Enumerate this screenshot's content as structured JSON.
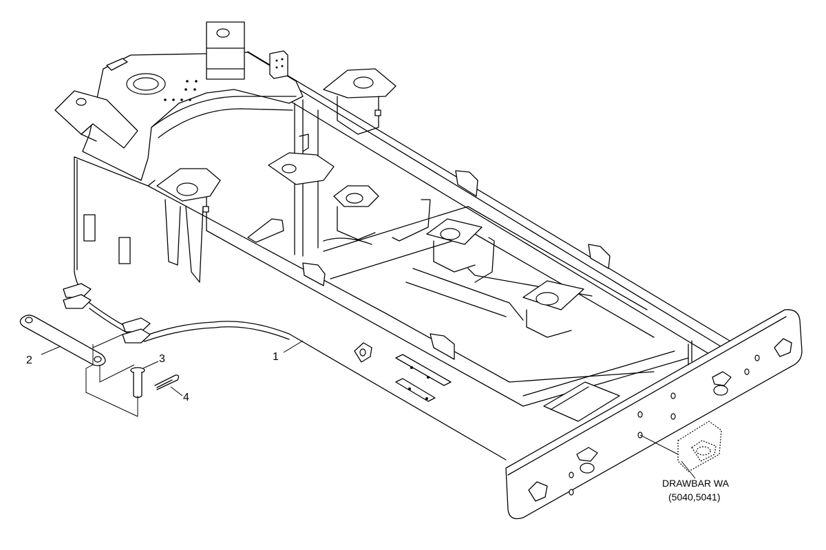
{
  "diagram": {
    "callouts": [
      {
        "id": "1",
        "text": "1"
      },
      {
        "id": "2",
        "text": "2"
      },
      {
        "id": "3",
        "text": "3"
      },
      {
        "id": "4",
        "text": "4"
      }
    ],
    "reference_note": {
      "line1": "DRAWBAR WA",
      "line2": "(5040,5041)"
    }
  }
}
